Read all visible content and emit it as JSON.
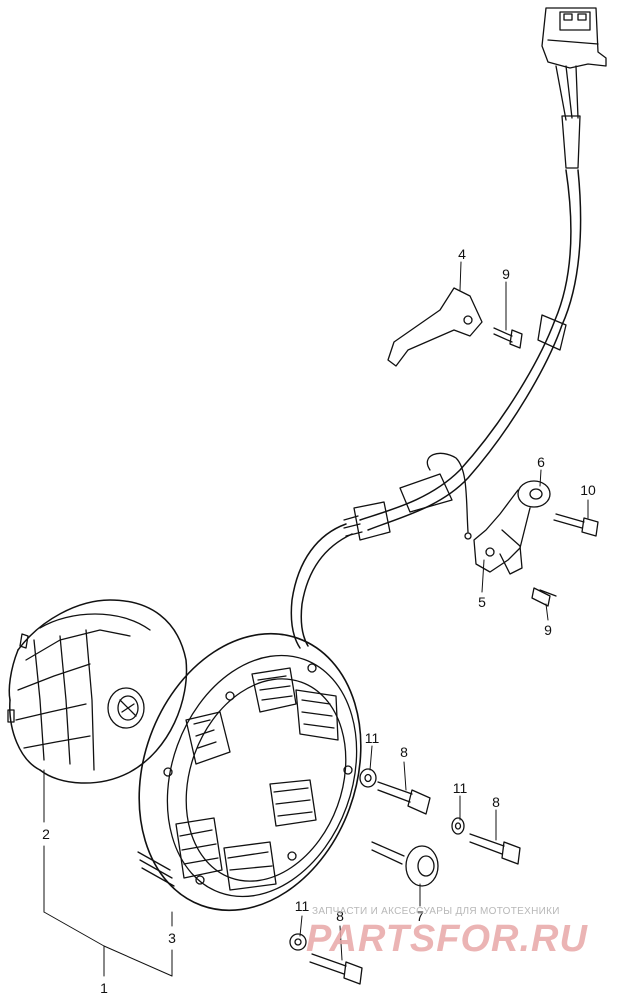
{
  "diagram": {
    "callouts": [
      {
        "id": "c1",
        "text": "1"
      },
      {
        "id": "c2",
        "text": "2"
      },
      {
        "id": "c3",
        "text": "3"
      },
      {
        "id": "c4",
        "text": "4"
      },
      {
        "id": "c5",
        "text": "5"
      },
      {
        "id": "c6",
        "text": "6"
      },
      {
        "id": "c7",
        "text": "7"
      },
      {
        "id": "c8a",
        "text": "8"
      },
      {
        "id": "c8b",
        "text": "8"
      },
      {
        "id": "c8c",
        "text": "8"
      },
      {
        "id": "c9a",
        "text": "9"
      },
      {
        "id": "c9b",
        "text": "9"
      },
      {
        "id": "c10",
        "text": "10"
      },
      {
        "id": "c11a",
        "text": "11"
      },
      {
        "id": "c11b",
        "text": "11"
      },
      {
        "id": "c11c",
        "text": "11"
      }
    ]
  },
  "watermark": {
    "tagline": "ЗАПЧАСТИ И АКСЕССУАРЫ ДЛЯ МОТОТЕХНИКИ",
    "logo": "PARTSFOR.RU"
  },
  "colors": {
    "ink": "#111111",
    "watermark": "#e8a8a8"
  }
}
